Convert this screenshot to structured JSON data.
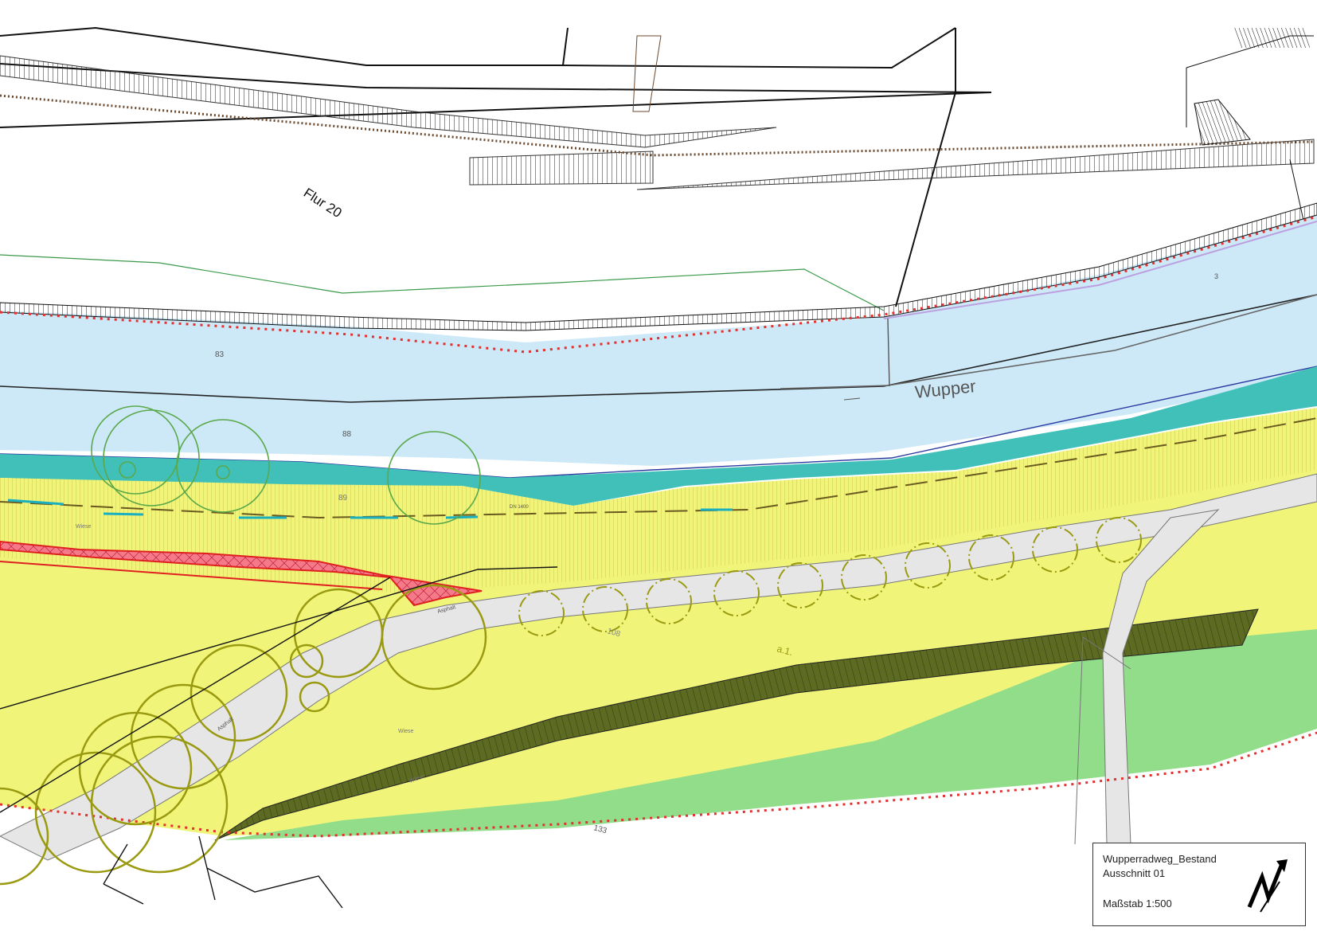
{
  "labels": {
    "flur": "Flur 20",
    "river": "Wupper",
    "parcel_83": "83",
    "parcel_88": "88",
    "parcel_89": "89",
    "parcel_3": "3",
    "parcel_108": "108",
    "parcel_133": "133",
    "surface_asphalt_1": "Asphalt",
    "surface_asphalt_2": "Asphalt",
    "meadow_1": "Wiese",
    "meadow_2": "Wiese",
    "meadow_3": "Wiese",
    "pipe_dn": "DN 1400",
    "note_ga": "a.1."
  },
  "title_block": {
    "line1": "Wupperradweg_Bestand",
    "line2": "Ausschnitt 01",
    "scale": "Maßstab 1:500"
  },
  "colors": {
    "water": "#cde9f8",
    "water_edge": "#40c0b8",
    "meadow_yellow": "#f0f57a",
    "path_grey": "#e6e6e6",
    "green_area": "#92dd8a",
    "wall_olive": "#5c6a22",
    "red_area": "#f47a8a",
    "tree_olive": "#9a9a10",
    "tree_green": "#5aa84a",
    "boundary_red": "#e53030"
  },
  "icons": [
    "north-arrow-icon",
    "tree-symbol-icon"
  ]
}
